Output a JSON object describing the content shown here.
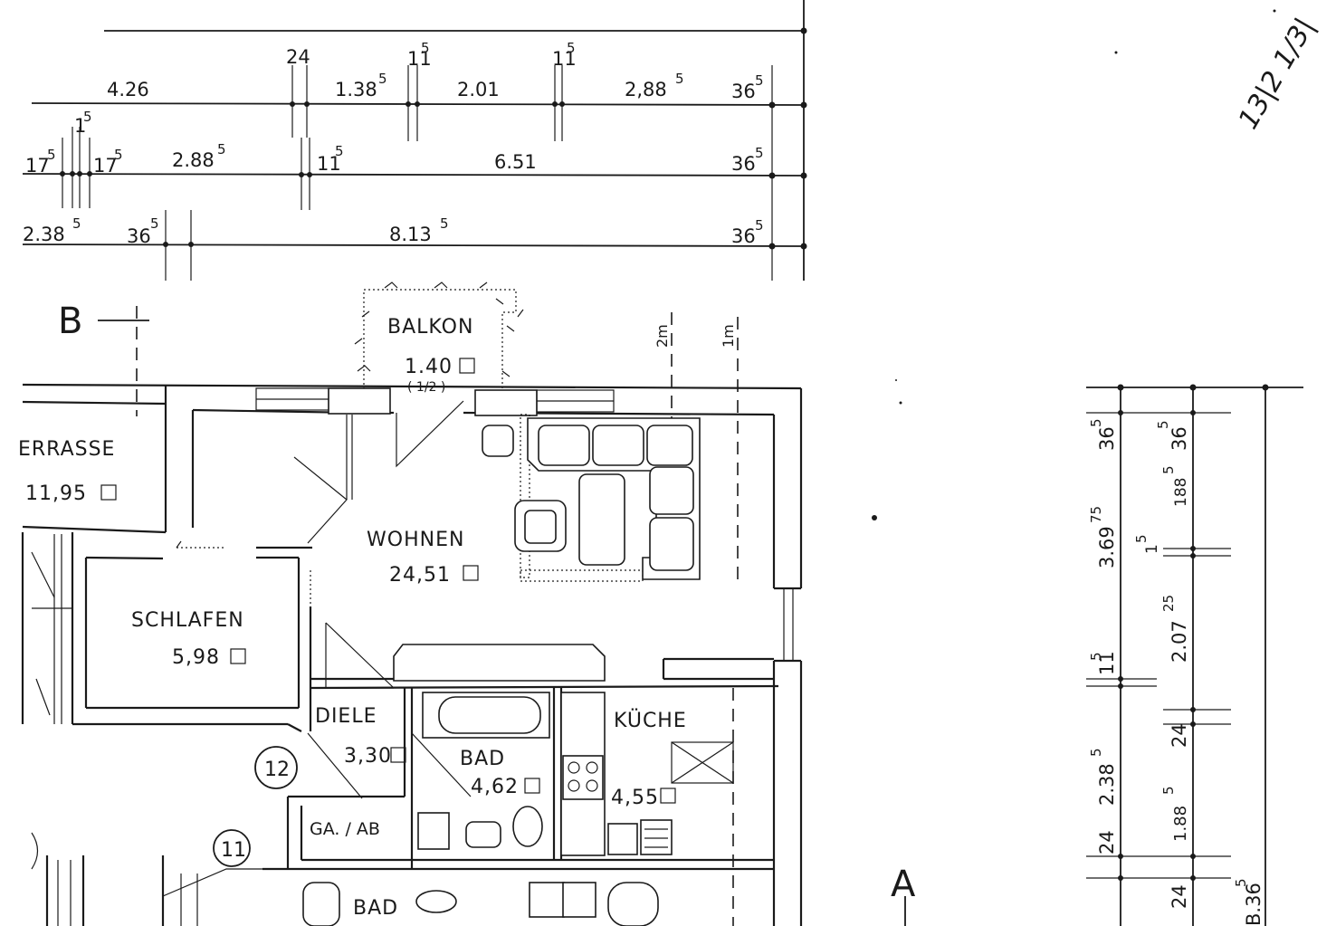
{
  "dimensions_top": {
    "row1": [
      "4.26",
      "24",
      "1.38",
      "5",
      "11",
      "5",
      "2.01",
      "11",
      "5",
      "2,88",
      "5",
      "36",
      "5"
    ],
    "row2": [
      "17",
      "5",
      "1",
      "5",
      "17",
      "5",
      "2.88",
      "5",
      "11",
      "5",
      "6.51",
      "36",
      "5"
    ],
    "row3": [
      "2.38",
      "5",
      "36",
      "5",
      "8.13",
      "5",
      "36",
      "5"
    ]
  },
  "dimensions_right": {
    "col1": [
      "36",
      "5",
      "3.69",
      "75",
      "11",
      "5",
      "2.38",
      "5",
      "24"
    ],
    "col2": [
      "36",
      "5",
      "188",
      "5",
      "1",
      "5",
      "2.07",
      "25",
      "24",
      "1.88",
      "5",
      "24"
    ],
    "col3": [
      "B.36",
      "5"
    ]
  },
  "section_markers": {
    "b": "B",
    "a": "A"
  },
  "vertical_marks": {
    "m2": "2m",
    "m1": "1m"
  },
  "rooms": {
    "balkon": {
      "name": "BALKON",
      "area": "1.40",
      "note": "( 1/2 )"
    },
    "terrasse": {
      "name": "ERRASSE",
      "area": "11,95"
    },
    "wohnen": {
      "name": "WOHNEN",
      "area": "24,51"
    },
    "schlafen": {
      "name": "SCHLAFEN",
      "area": "5,98"
    },
    "diele": {
      "name": "DIELE",
      "area": "3,30"
    },
    "bad": {
      "name": "BAD",
      "area": "4,62"
    },
    "kueche": {
      "name": "KÜCHE",
      "area": "4,55"
    },
    "ga_ab": {
      "name": "GA. / AB"
    },
    "bad_lower": {
      "name": "BAD"
    }
  },
  "unit_numbers": {
    "u12": "12",
    "u11": "11"
  },
  "handwritten_note": "13|2 1/3|"
}
